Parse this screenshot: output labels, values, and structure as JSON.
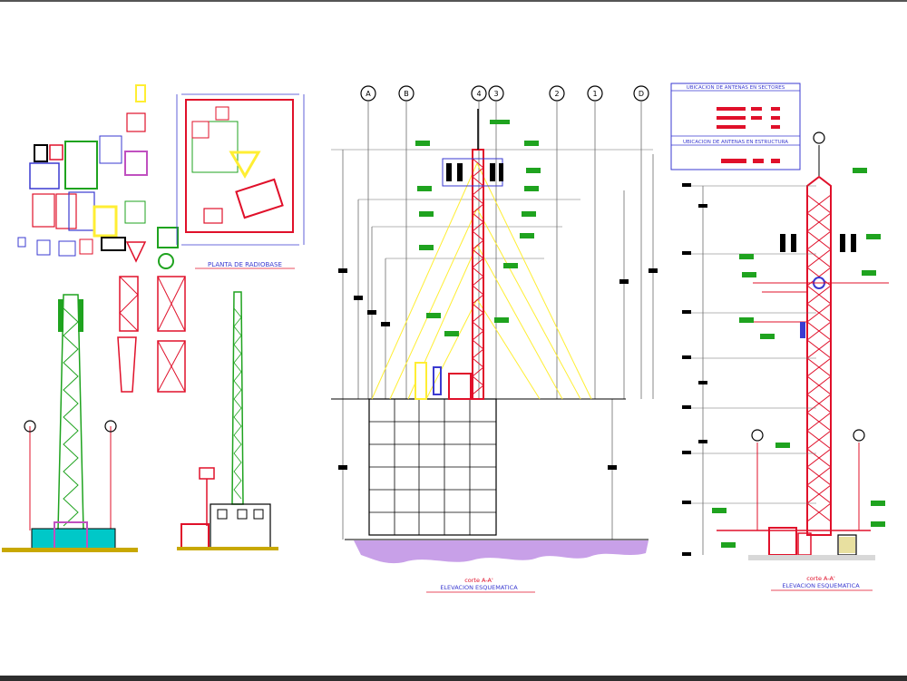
{
  "drawing": {
    "plan_title": "PLANTA DE RADIOBASE",
    "section_left": {
      "cut": "corte A-A'",
      "title": "ELEVACION ESQUEMATICA"
    },
    "section_right": {
      "cut": "corte A-A'",
      "title": "ELEVACION ESQUEMATICA"
    },
    "table_sectors_title": "UBICACION DE ANTENAS EN SECTORES",
    "table_structure_title": "UBICACION DE ANTENAS EN ESTRUCTURA",
    "grid_axes": [
      "A",
      "B",
      "4",
      "3",
      "2",
      "1",
      "D"
    ]
  },
  "colors": {
    "red": "#e0102a",
    "green": "#1fa31f",
    "yellow": "#ffee33",
    "blue": "#3a3ad0",
    "magenta": "#c050c0",
    "ground": "#c8a0e8",
    "grey": "#6d6d6d"
  }
}
